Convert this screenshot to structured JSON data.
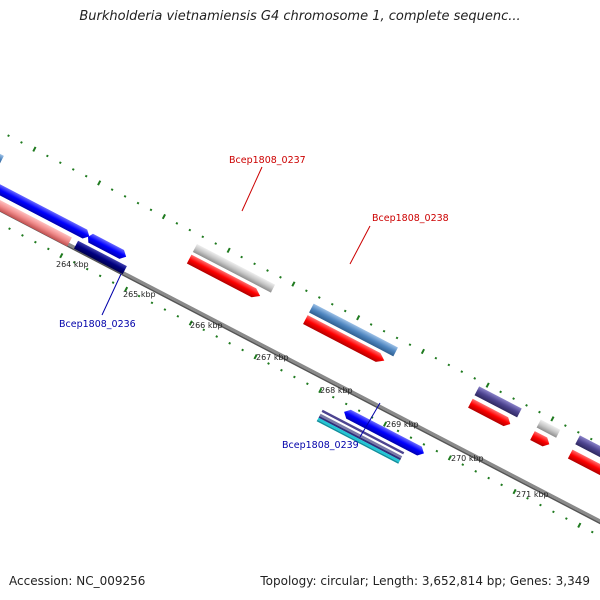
{
  "title": "Burkholderia vietnamiensis G4 chromosome 1, complete sequenc...",
  "footer": {
    "accession": "Accession: NC_009256",
    "stats": "Topology: circular; Length: 3,652,814 bp; Genes: 3,349"
  },
  "colors": {
    "backbone": "#8a8a8a",
    "tick": "#1f7a1f",
    "label_top": "#cc0000",
    "label_bottom": "#0000aa"
  },
  "ticks": [
    "264 kbp",
    "265 kbp",
    "266 kbp",
    "267 kbp",
    "268 kbp",
    "269 kbp",
    "270 kbp",
    "271 kbp"
  ],
  "gene_labels": [
    {
      "text": "Bcep1808_0236",
      "color": "#0000aa"
    },
    {
      "text": "Bcep1808_0237",
      "color": "#cc0000"
    },
    {
      "text": "Bcep1808_0238",
      "color": "#cc0000"
    },
    {
      "text": "Bcep1808_0239",
      "color": "#0000aa"
    }
  ],
  "features": [
    {
      "name": "gene-blue",
      "color": "#0000ff"
    },
    {
      "name": "cds-red",
      "color": "#ff0000"
    },
    {
      "name": "gene-steelblue",
      "color": "#4f86c0"
    },
    {
      "name": "gene-grey",
      "color": "#c6c6c6"
    },
    {
      "name": "gene-navy",
      "color": "#000080"
    },
    {
      "name": "gene-purple",
      "color": "#4d4490"
    },
    {
      "name": "gene-pink",
      "color": "#f08a8a"
    },
    {
      "name": "gene-cyan",
      "color": "#21c6d6"
    }
  ]
}
